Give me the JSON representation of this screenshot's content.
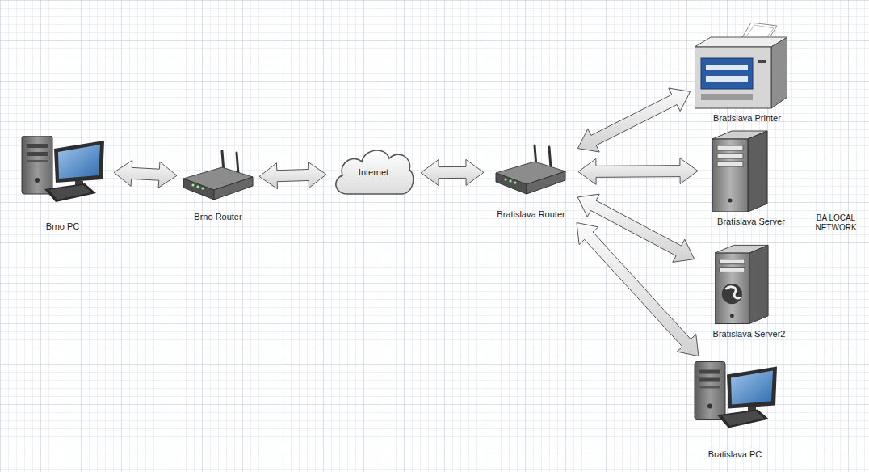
{
  "diagram": {
    "nodes": [
      {
        "text": [
          "Brno PC"
        ]
      },
      {
        "text": [
          "Brno Router"
        ]
      },
      {
        "text": [
          "Internet"
        ]
      },
      {
        "text": [
          "Bratislava Router"
        ]
      },
      {
        "text": [
          "Bratislava Printer"
        ]
      },
      {
        "text": [
          "Bratislava Server"
        ]
      },
      {
        "text": [
          "Bratislava Server2"
        ]
      },
      {
        "text": [
          "Bratislava PC"
        ]
      }
    ],
    "edges": [
      {
        "from": 0,
        "to": 1,
        "arrow": "both"
      },
      {
        "from": 1,
        "to": 2,
        "arrow": "both"
      },
      {
        "from": 2,
        "to": 3,
        "arrow": "both"
      },
      {
        "from": 3,
        "to": 4,
        "arrow": "both"
      },
      {
        "from": 3,
        "to": 5,
        "arrow": "both"
      },
      {
        "from": 3,
        "to": 6,
        "arrow": "both"
      },
      {
        "from": 3,
        "to": 7,
        "arrow": "both"
      }
    ],
    "labels": [
      "BA LOCAL NETWORK"
    ]
  }
}
